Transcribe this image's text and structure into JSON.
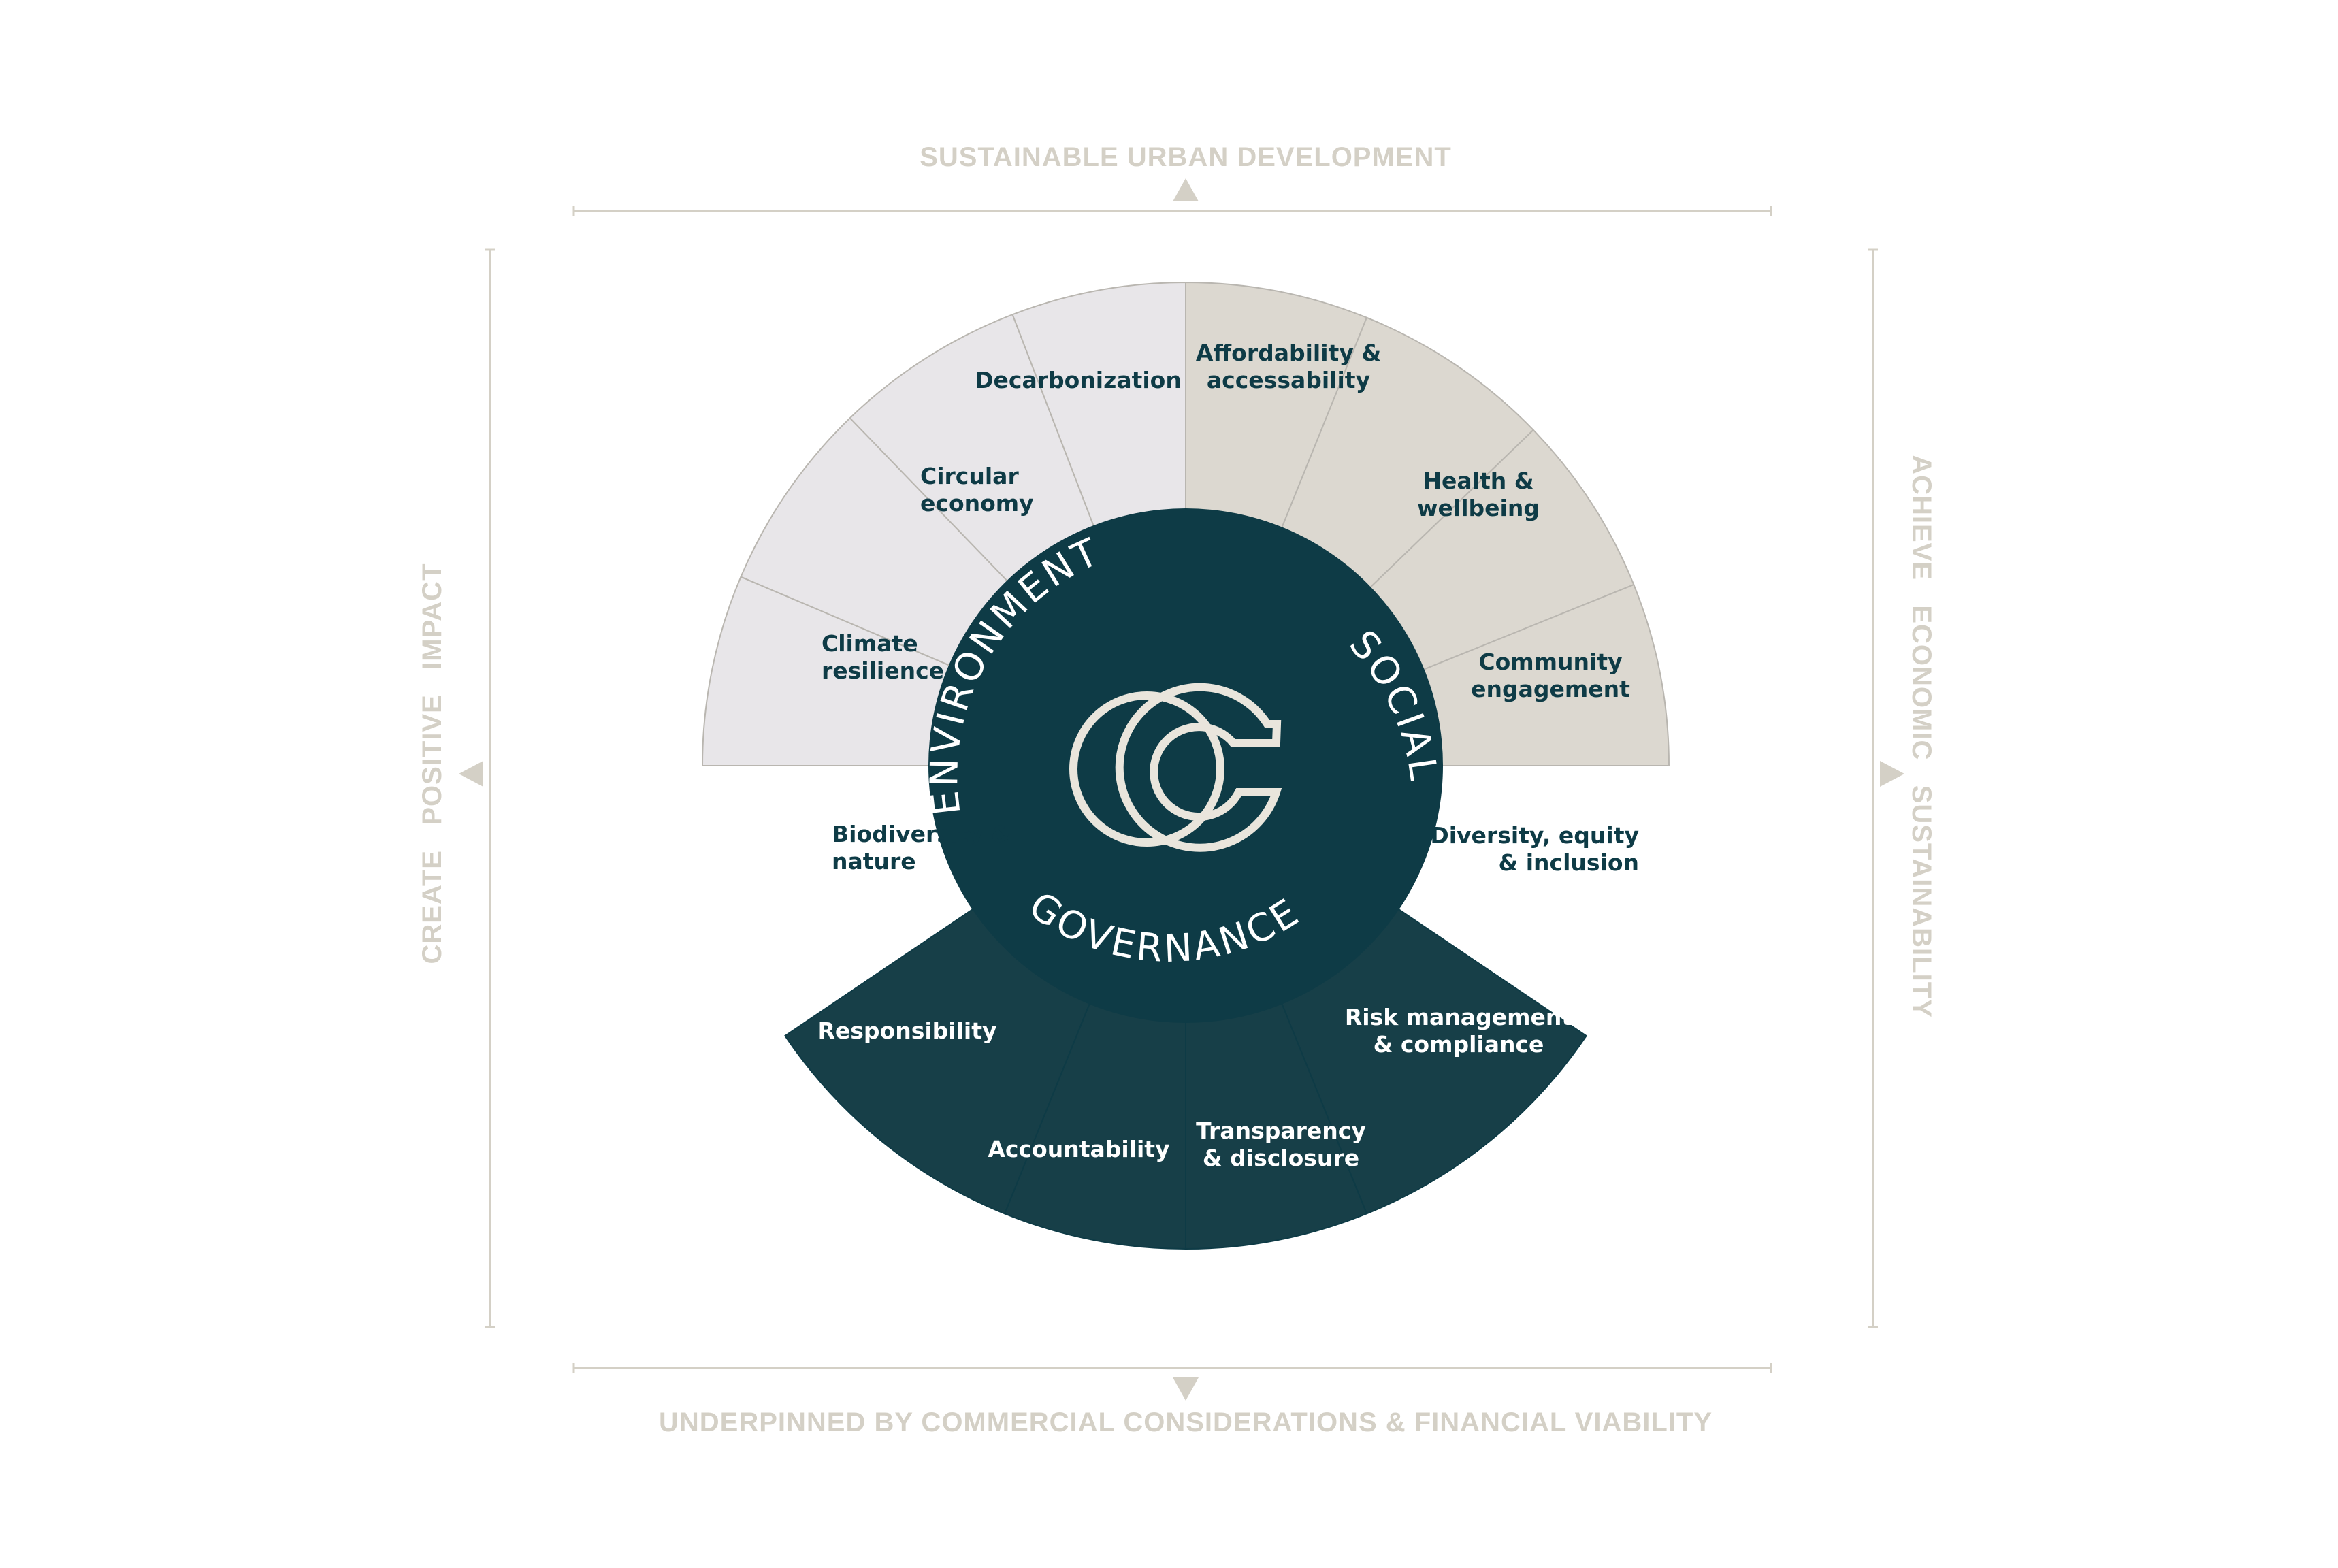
{
  "frame": {
    "top": "SUSTAINABLE URBAN DEVELOPMENT",
    "bottom": "UNDERPINNED BY COMMERCIAL CONSIDERATIONS & FINANCIAL VIABILITY",
    "left": "CREATE   POSITIVE   IMPACT",
    "right": "ACHIEVE   ECONOMIC   SUSTAINABILITY"
  },
  "pillars": {
    "environment": "ENVIRONMENT",
    "social": "SOCIAL",
    "governance": "GOVERNANCE"
  },
  "segments": {
    "environment": [
      [
        "Biodiversity &",
        "nature"
      ],
      [
        "Climate",
        "resilience"
      ],
      [
        "Circular",
        "economy"
      ],
      [
        "Decarbonization"
      ]
    ],
    "social": [
      [
        "Affordability &",
        "accessability"
      ],
      [
        "Health &",
        "wellbeing"
      ],
      [
        "Community",
        "engagement"
      ],
      [
        "Diversity, equity",
        "& inclusion"
      ]
    ],
    "governance": [
      [
        "Risk management",
        "& compliance"
      ],
      [
        "Transparency",
        "& disclosure"
      ],
      [
        "Accountability"
      ],
      [
        "Responsibility"
      ]
    ]
  },
  "colors": {
    "environment": "#e8e6e9",
    "social": "#dcd8d0",
    "governance": "#173f48",
    "hub": "#0e3b46",
    "frame": "#d4d0c6",
    "dark_text": "#0e3b46",
    "light_text": "#ffffff",
    "logo": "#e9e5dc"
  },
  "icons": {
    "center": "logo-double-c-icon"
  }
}
